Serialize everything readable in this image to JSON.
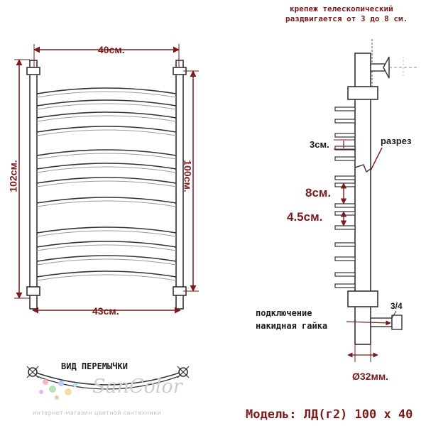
{
  "front_view": {
    "width_top": "40см.",
    "width_bottom": "43см.",
    "height_left": "102см.",
    "height_right": "100см.",
    "rung_count": 12
  },
  "side_view": {
    "mount_note_line1": "крепеж телескопический",
    "mount_note_line2": "раздвигается от 3 до 8 см.",
    "depth": "3см.",
    "section": "разрез",
    "gap_large": "8см.",
    "gap_small": "4.5см.",
    "thread": "3/4",
    "connection_line1": "подключение",
    "connection_line2": "накидная гайка",
    "diameter": "Ø32мм."
  },
  "jumper": {
    "title": "ВИД ПЕРЕМЫЧКИ"
  },
  "brand": {
    "name": "SanColor",
    "tagline": "интернет-магазин цветной сантехники"
  },
  "model": "Модель: ЛД(г2) 100 х 40",
  "colors": {
    "dimension": "#7a1a1a",
    "outline": "#333333",
    "rung_shadow": "#9a9a9a"
  }
}
